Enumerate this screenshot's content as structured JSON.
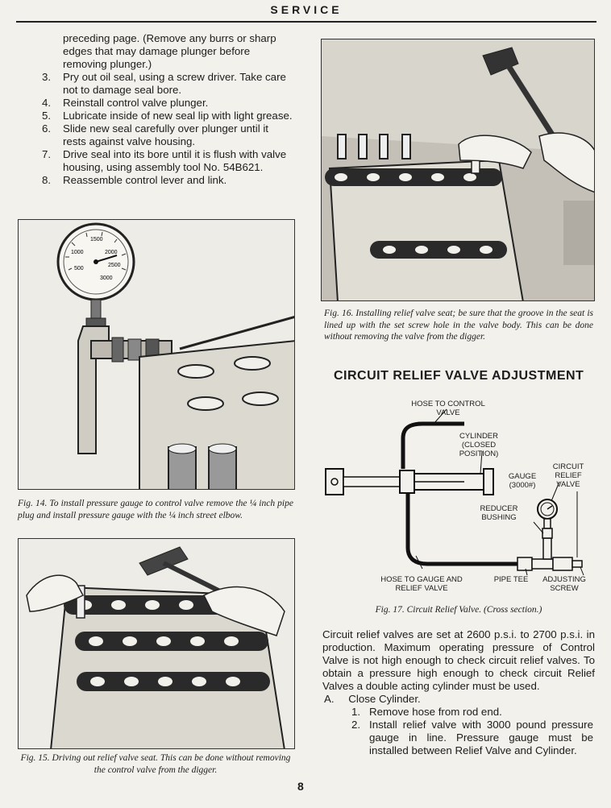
{
  "header": {
    "title": "SERVICE"
  },
  "steps": {
    "continuation": "preceding page. (Remove any burrs or sharp edges that may damage plunger before removing plunger.)",
    "items": [
      {
        "num": "3.",
        "text": "Pry out oil seal, using a screw driver. Take care not to damage seal bore."
      },
      {
        "num": "4.",
        "text": "Reinstall control valve plunger."
      },
      {
        "num": "5.",
        "text": "Lubricate inside of new seal lip with light grease."
      },
      {
        "num": "6.",
        "text": "Slide new seal carefully over plunger until it rests against valve housing."
      },
      {
        "num": "7.",
        "text": "Drive seal into its bore until it is flush with valve housing, using assembly tool No. 54B621."
      },
      {
        "num": "8.",
        "text": "Reassemble control lever and link."
      }
    ]
  },
  "figures": {
    "fig14": {
      "caption": "Fig. 14.  To install pressure gauge to control valve remove the ¼ inch pipe plug and install pressure gauge with the ¼ inch street elbow.",
      "gauge_marks": [
        "1500",
        "2000",
        "1000",
        "2500",
        "500",
        "3000"
      ]
    },
    "fig15": {
      "caption": "Fig. 15.  Driving out relief valve seat. This can be done without removing the control valve from the digger."
    },
    "fig16": {
      "caption": "Fig. 16.  Installing relief valve seat; be sure that the groove in the seat is lined up with the set screw hole in the valve body. This can be done without removing the valve from the digger."
    },
    "fig17": {
      "caption": "Fig. 17.  Circuit Relief Valve. (Cross section.)",
      "labels": {
        "hose_control": "HOSE TO CONTROL VALVE",
        "cylinder": "CYLINDER (CLOSED POSITION)",
        "gauge": "GAUGE (3000#)",
        "circuit_relief": "CIRCUIT RELIEF VALVE",
        "reducer": "REDUCER BUSHING",
        "hose_gauge": "HOSE TO GAUGE AND RELIEF VALVE",
        "pipe_tee": "PIPE TEE",
        "adjusting": "ADJUSTING SCREW"
      }
    }
  },
  "section": {
    "title": "CIRCUIT RELIEF VALVE ADJUSTMENT",
    "paragraph": "Circuit relief valves are set at 2600 p.s.i. to 2700 p.s.i. in production. Maximum operating pressure of Control Valve is not high enough to check circuit relief valves. To obtain a pressure high enough to check circuit Relief Valves a double acting cylinder must be used.",
    "sub_letter": "A.",
    "sub_title": "Close Cylinder.",
    "sub_steps": [
      {
        "num": "1.",
        "text": "Remove hose from rod end."
      },
      {
        "num": "2.",
        "text": "Install relief valve with 3000 pound pressure gauge in line. Pressure gauge must be installed between Relief Valve and Cylinder."
      }
    ]
  },
  "page_number": "8"
}
